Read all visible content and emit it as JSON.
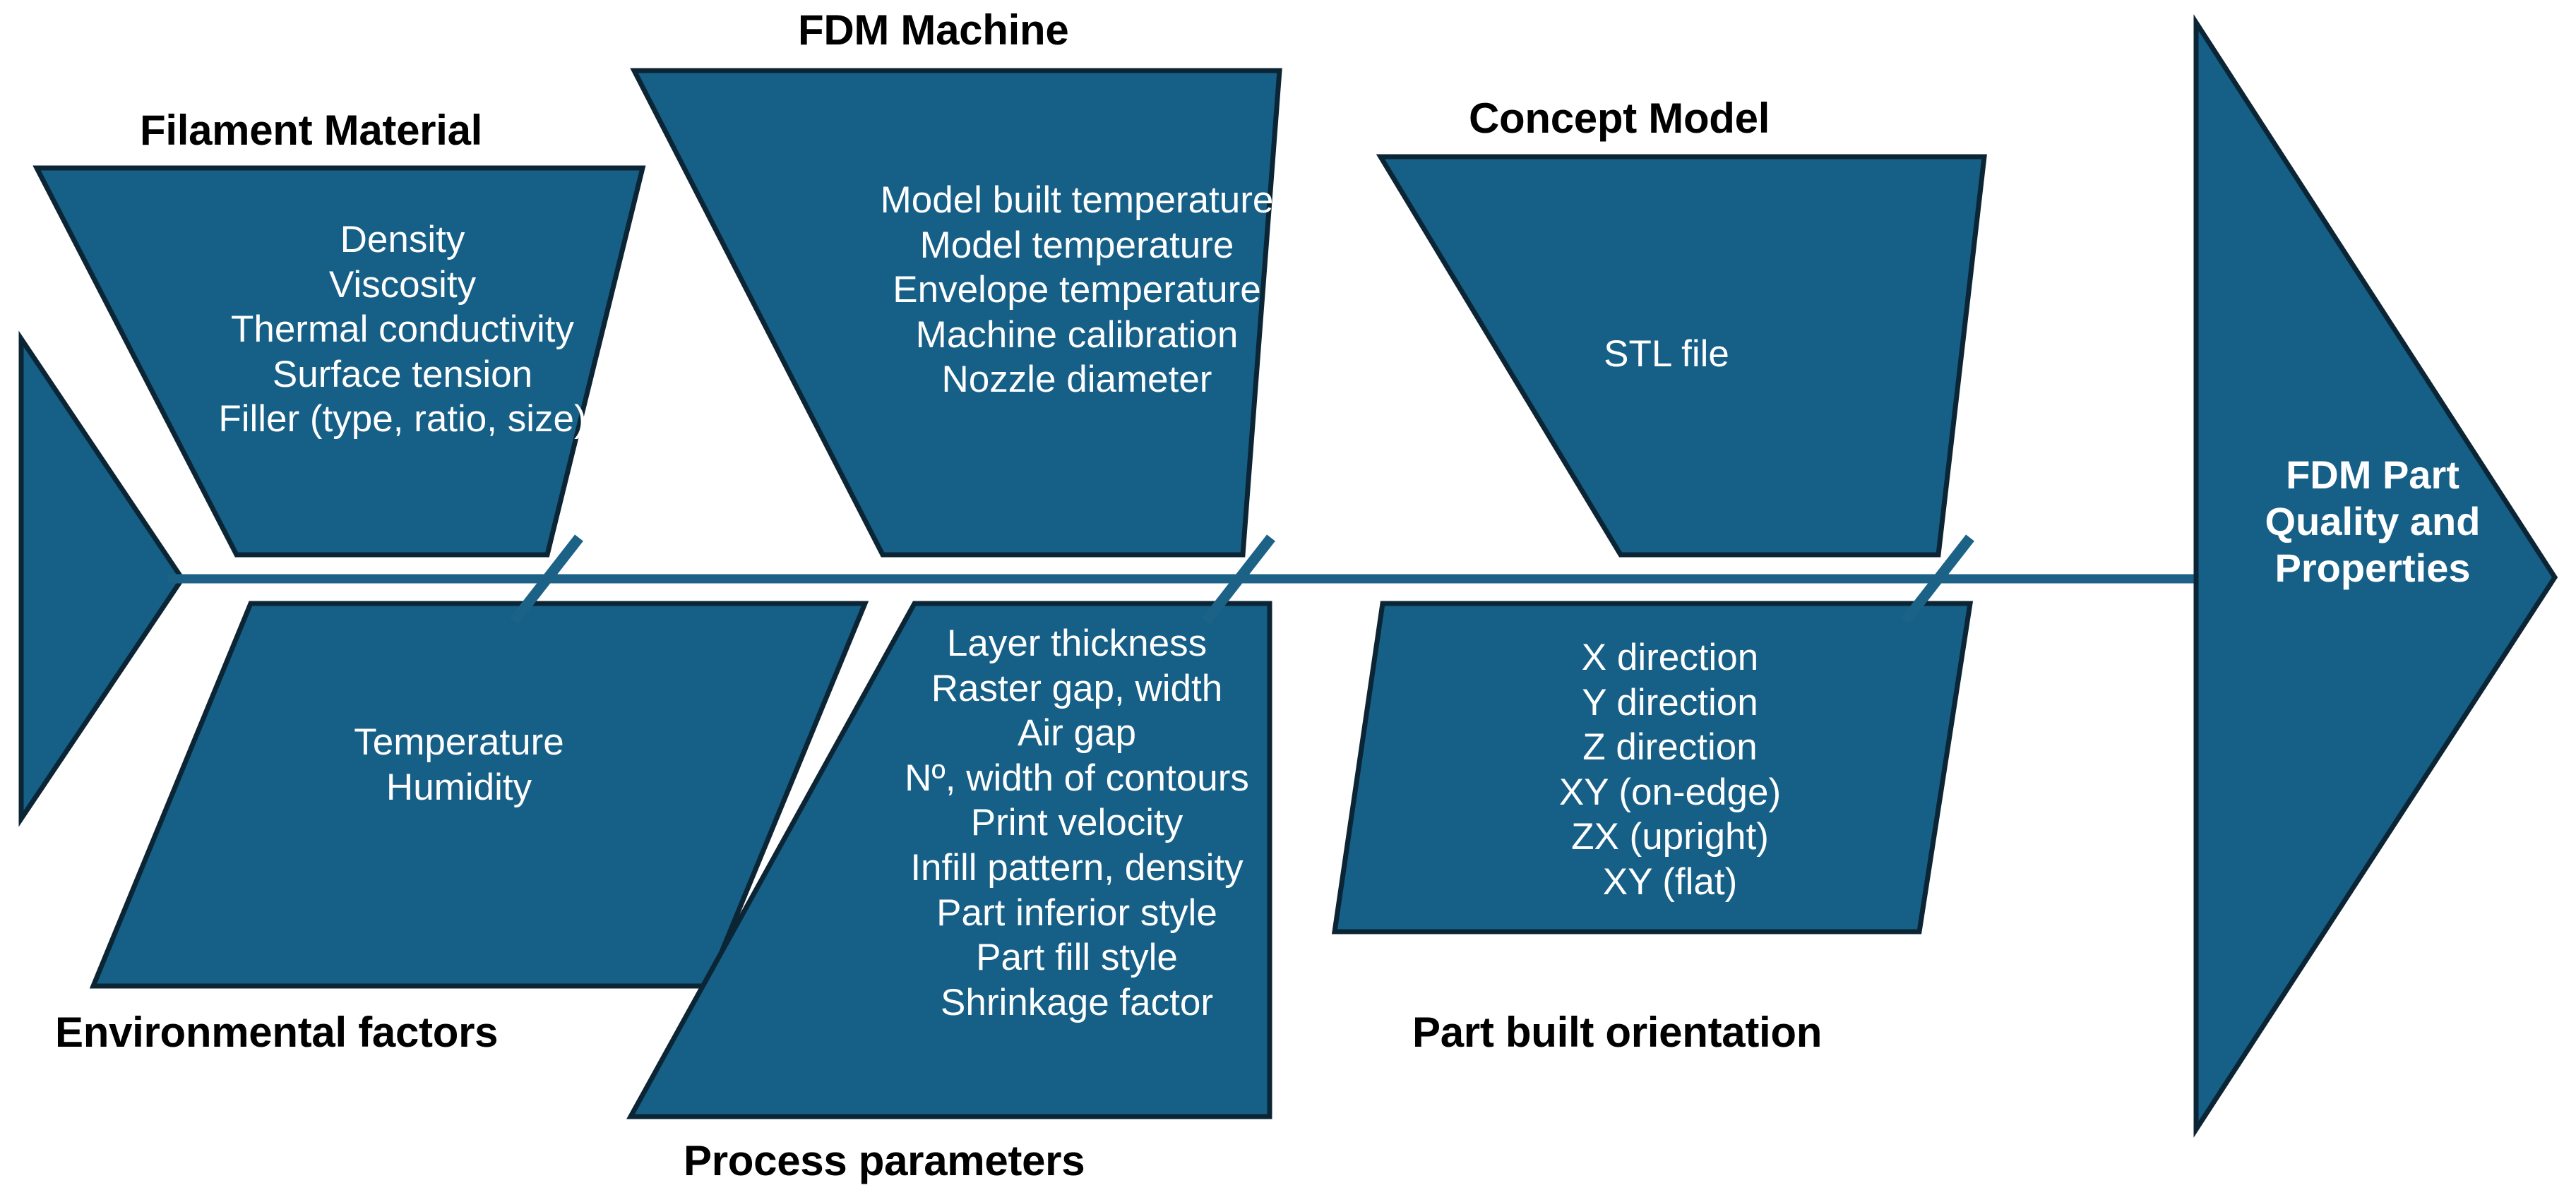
{
  "diagram": {
    "type": "fishbone-ishikawa",
    "effect": {
      "lines": [
        "FDM Part",
        "Quality and",
        "Properties"
      ]
    },
    "colors": {
      "bone_fill": "#165F87",
      "bone_stroke": "#0B2535",
      "spine": "#1C6287",
      "label_text": "#000000",
      "cause_text": "#FFFFFF",
      "background": "#FFFFFF"
    },
    "categories": [
      {
        "id": "filament-material",
        "label": "Filament Material",
        "position": "top",
        "causes": [
          "Density",
          "Viscosity",
          "Thermal conductivity",
          "Surface tension",
          "Filler (type, ratio, size)"
        ]
      },
      {
        "id": "fdm-machine",
        "label": "FDM Machine",
        "position": "top",
        "causes": [
          "Model built temperature",
          "Model temperature",
          "Envelope temperature",
          "Machine calibration",
          "Nozzle diameter"
        ]
      },
      {
        "id": "concept-model",
        "label": "Concept Model",
        "position": "top",
        "causes": [
          "STL file"
        ]
      },
      {
        "id": "environmental-factors",
        "label": "Environmental factors",
        "position": "bottom",
        "causes": [
          "Temperature",
          "Humidity"
        ]
      },
      {
        "id": "process-parameters",
        "label": "Process parameters",
        "position": "bottom",
        "causes": [
          "Layer thickness",
          "Raster gap, width",
          "Air gap",
          "Nº, width of contours",
          "Print velocity",
          "Infill pattern, density",
          "Part inferior style",
          "Part fill style",
          "Shrinkage factor"
        ]
      },
      {
        "id": "part-built-orientation",
        "label": "Part built orientation",
        "position": "bottom",
        "causes": [
          "X direction",
          "Y direction",
          "Z direction",
          "XY (on-edge)",
          "ZX (upright)",
          "XY (flat)"
        ]
      }
    ]
  }
}
